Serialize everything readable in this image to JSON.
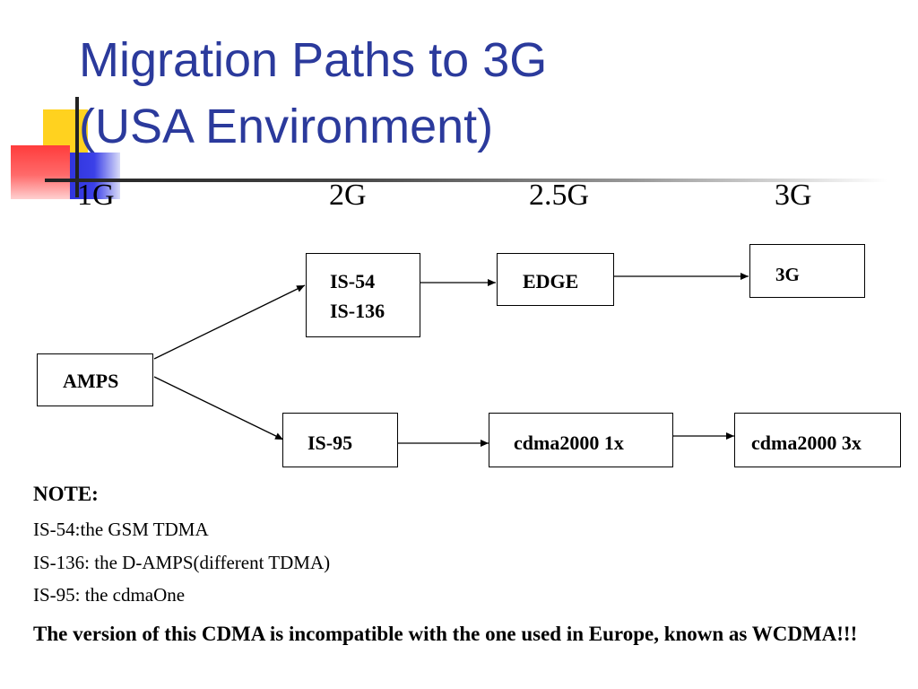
{
  "slide": {
    "title_line1": "Migration Paths to 3G",
    "title_line2": "(USA Environment)"
  },
  "generations": [
    "1G",
    "2G",
    "2.5G",
    "3G"
  ],
  "diagram": {
    "nodes": {
      "amps": "AMPS",
      "is54_line1": "IS-54",
      "is54_line2": "IS-136",
      "edge": "EDGE",
      "g3": "3G",
      "is95": "IS-95",
      "cdma1x": "cdma2000 1x",
      "cdma3x": "cdma2000 3x"
    },
    "edges": [
      {
        "from": "AMPS",
        "to": "IS-54 / IS-136"
      },
      {
        "from": "AMPS",
        "to": "IS-95"
      },
      {
        "from": "IS-54 / IS-136",
        "to": "EDGE"
      },
      {
        "from": "EDGE",
        "to": "3G"
      },
      {
        "from": "IS-95",
        "to": "cdma2000 1x"
      },
      {
        "from": "cdma2000 1x",
        "to": "cdma2000 3x"
      }
    ]
  },
  "notes": {
    "heading": "NOTE:",
    "lines": [
      "IS-54:the GSM TDMA",
      "IS-136: the D-AMPS(different TDMA)",
      "IS-95: the cdmaOne"
    ],
    "emphasis": "The version of this CDMA is incompatible with the one used in Europe, known as WCDMA!!!"
  },
  "colors": {
    "title": "#2b3a9c",
    "deco_yellow": "#ffd21f",
    "deco_blue": "#2a2ed8",
    "deco_red": "#ff3c3c"
  }
}
